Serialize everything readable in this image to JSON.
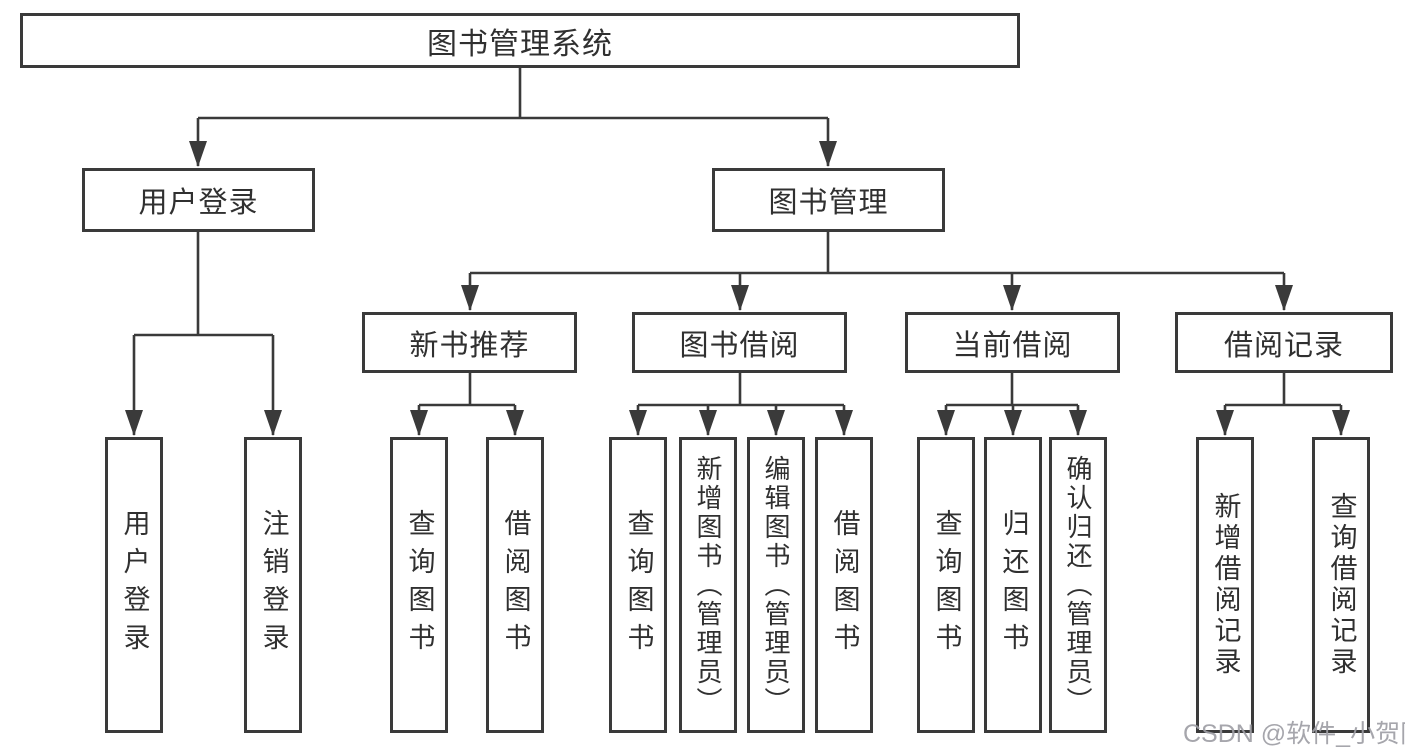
{
  "diagram": {
    "title": "图书管理系统",
    "nodes": {
      "root": "图书管理系统",
      "user_login": "用户登录",
      "book_mgmt": "图书管理",
      "new_book_rec": "新书推荐",
      "book_borrow": "图书借阅",
      "current_borrow": "当前借阅",
      "borrow_record": "借阅记录",
      "leaf_user_login": "用户登录",
      "leaf_logout": "注销登录",
      "leaf_nbr_query": "查询图书",
      "leaf_nbr_borrow": "借阅图书",
      "leaf_bb_query": "查询图书",
      "leaf_bb_add": "新增图书（管理员）",
      "leaf_bb_edit": "编辑图书（管理员）",
      "leaf_bb_borrow": "借阅图书",
      "leaf_cb_query": "查询图书",
      "leaf_cb_return": "归还图书",
      "leaf_cb_confirm": "确认归还（管理员）",
      "leaf_br_add": "新增借阅记录",
      "leaf_br_query": "查询借阅记录"
    },
    "hierarchy": [
      {
        "parent": "图书管理系统",
        "children": [
          "用户登录",
          "图书管理"
        ]
      },
      {
        "parent": "用户登录",
        "children": [
          "用户登录",
          "注销登录"
        ]
      },
      {
        "parent": "图书管理",
        "children": [
          "新书推荐",
          "图书借阅",
          "当前借阅",
          "借阅记录"
        ]
      },
      {
        "parent": "新书推荐",
        "children": [
          "查询图书",
          "借阅图书"
        ]
      },
      {
        "parent": "图书借阅",
        "children": [
          "查询图书",
          "新增图书（管理员）",
          "编辑图书（管理员）",
          "借阅图书"
        ]
      },
      {
        "parent": "当前借阅",
        "children": [
          "查询图书",
          "归还图书",
          "确认归还（管理员）"
        ]
      },
      {
        "parent": "借阅记录",
        "children": [
          "新增借阅记录",
          "查询借阅记录"
        ]
      }
    ],
    "colors": {
      "line": "#3a3a3a",
      "text": "#303030",
      "background": "#ffffff",
      "watermark": "#9e9ea5"
    }
  },
  "watermark": {
    "text": "CSDN @软件_小贺同学"
  }
}
